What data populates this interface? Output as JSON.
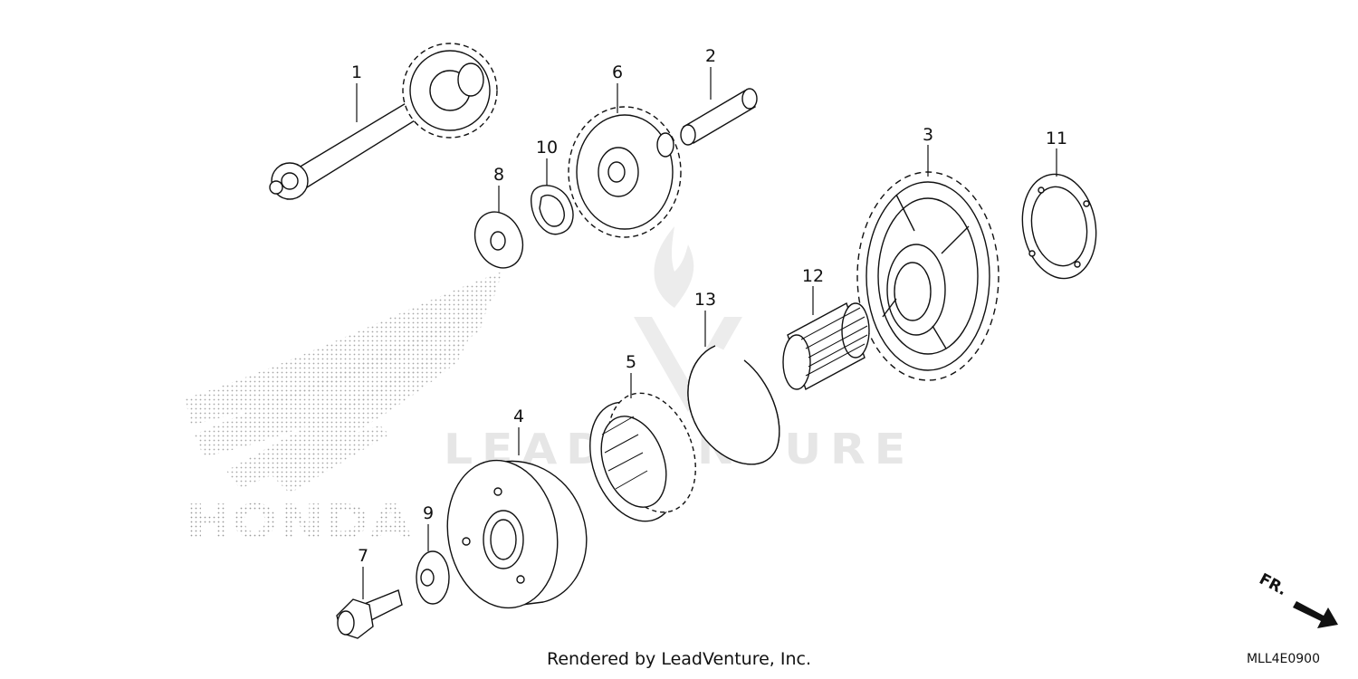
{
  "callouts": [
    {
      "id": "1",
      "part": "countershaft"
    },
    {
      "id": "2",
      "part": "collar"
    },
    {
      "id": "3",
      "part": "starter-clutch-gear"
    },
    {
      "id": "4",
      "part": "starter-clutch-outer"
    },
    {
      "id": "5",
      "part": "one-way-clutch"
    },
    {
      "id": "6",
      "part": "reduction-gear"
    },
    {
      "id": "7",
      "part": "flange-bolt"
    },
    {
      "id": "8",
      "part": "washer"
    },
    {
      "id": "9",
      "part": "washer"
    },
    {
      "id": "10",
      "part": "lock-washer"
    },
    {
      "id": "11",
      "part": "thrust-washer"
    },
    {
      "id": "12",
      "part": "needle-bearing"
    },
    {
      "id": "13",
      "part": "snap-ring"
    }
  ],
  "watermark": "LEADVENTURE",
  "brand_watermark": "HONDA",
  "direction_label": "FR.",
  "footer_text": "Rendered by LeadVenture, Inc.",
  "diagram_code": "MLL4E0900"
}
